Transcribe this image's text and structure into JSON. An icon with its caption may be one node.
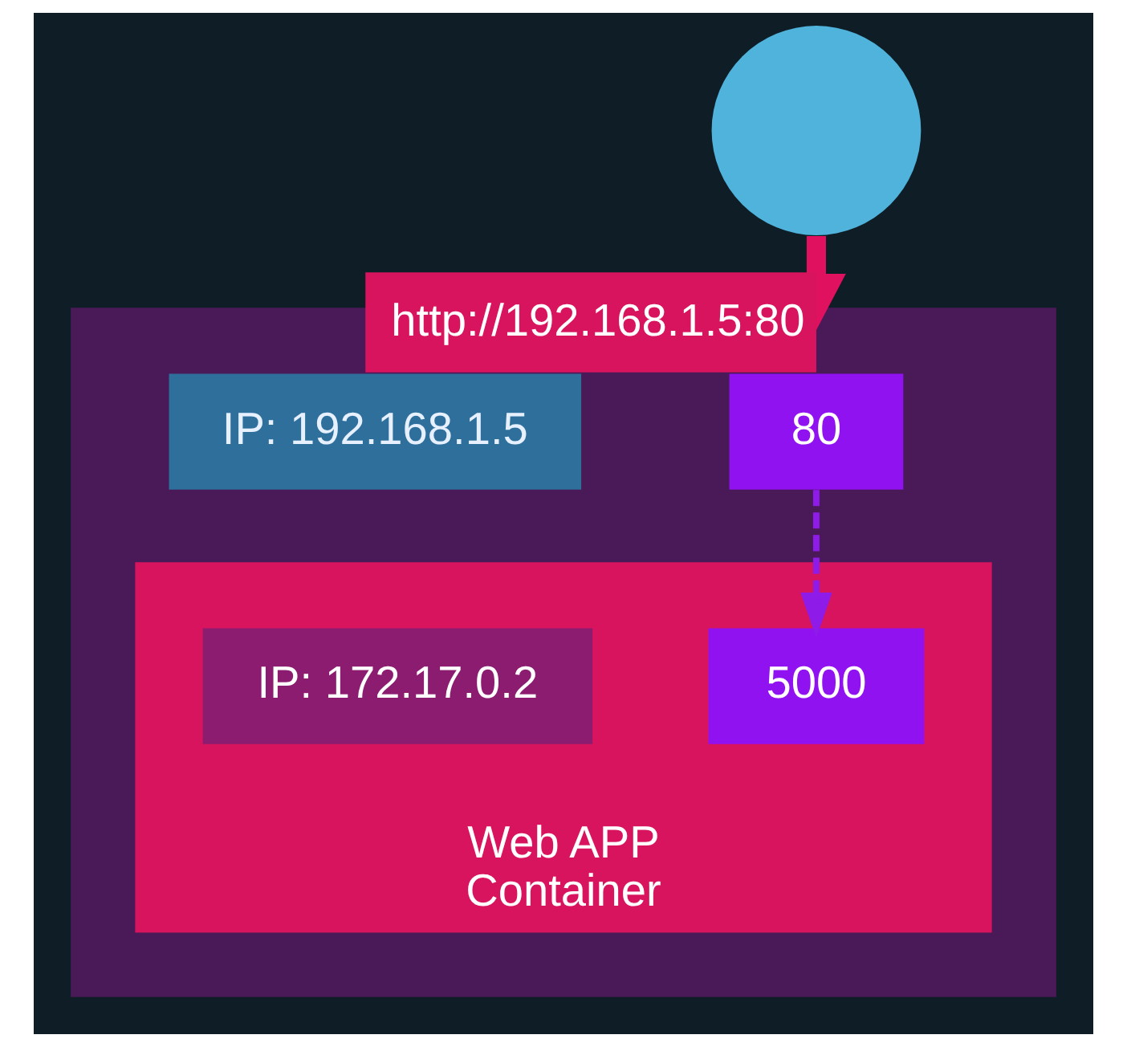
{
  "diagram": {
    "nodes": [
      {
        "text": [],
        "shape": "person"
      },
      {
        "text": [],
        "shape": "box"
      },
      {
        "text": [
          "80"
        ],
        "in": 1
      },
      {
        "text": [
          "IP: 192.168.1.5"
        ],
        "in": 1
      },
      {
        "text": [
          "Web APP",
          "Container"
        ],
        "in": 1
      },
      {
        "text": [
          "5000"
        ],
        "in": 4
      },
      {
        "text": [
          "IP: 172.17.0.2"
        ],
        "in": 4
      }
    ],
    "edges": [
      {
        "from": 0,
        "to": 1,
        "arrow": "to",
        "label": "http://192.168.1.5:80",
        "style": "thick",
        "color": "#e0115f"
      },
      {
        "from": 2,
        "to": 5,
        "arrow": "to",
        "style": "dashed",
        "color": "#8e1be8"
      }
    ]
  }
}
